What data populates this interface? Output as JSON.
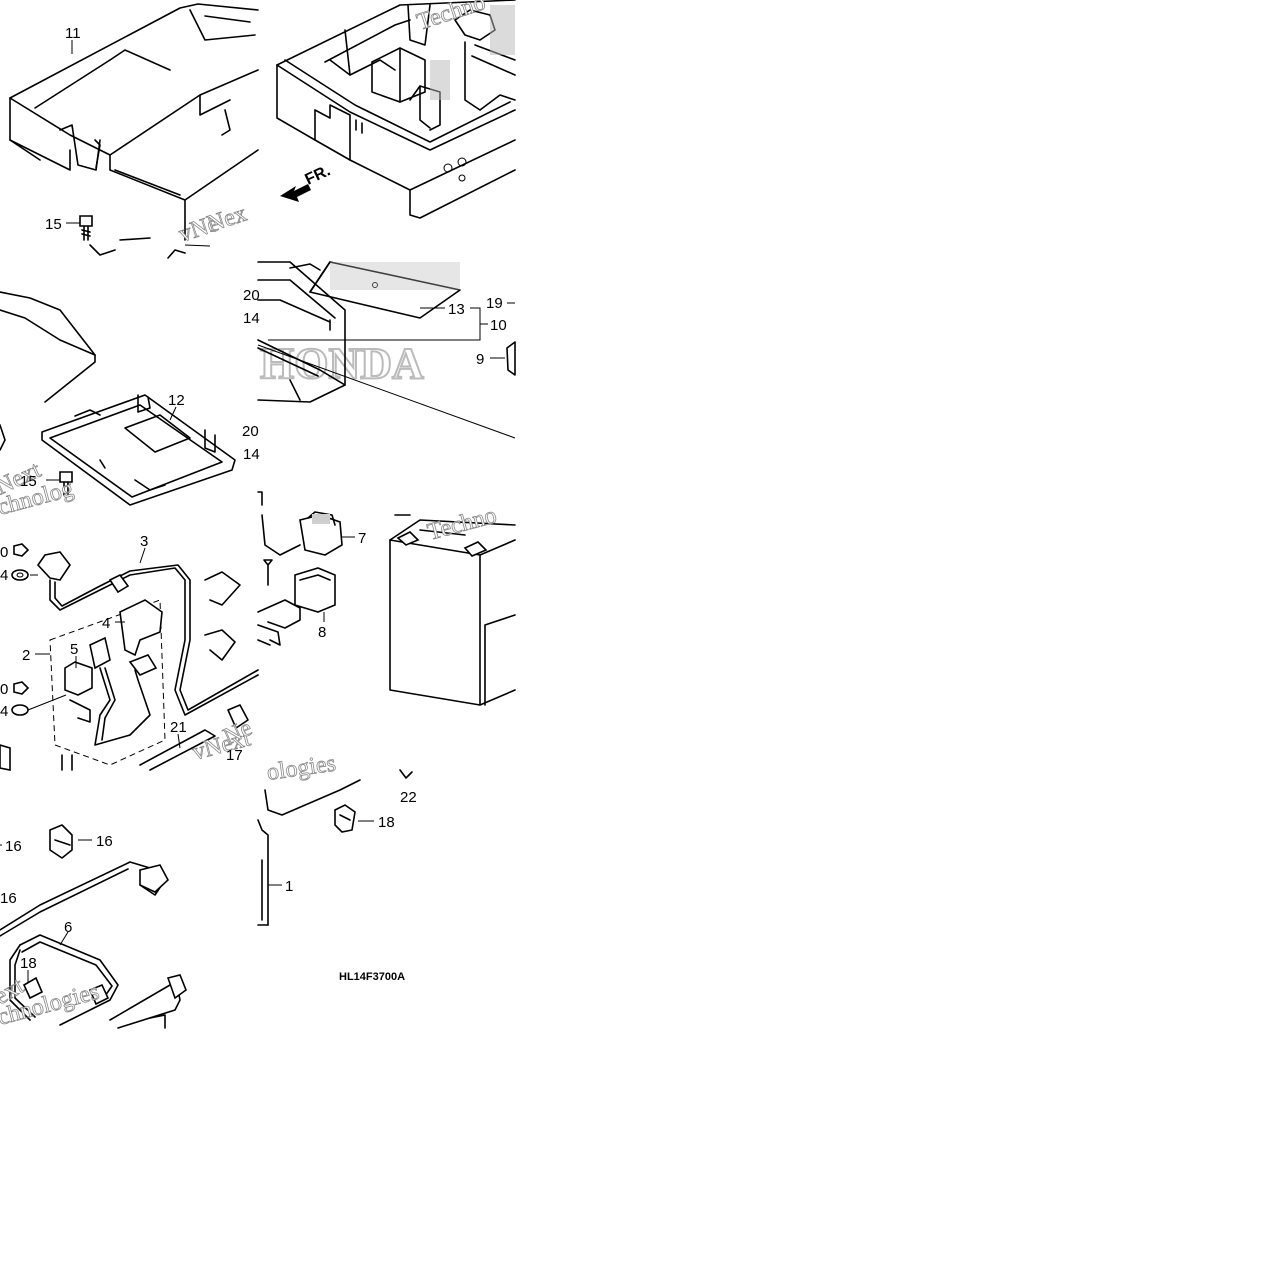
{
  "diagram": {
    "code": "HL14F3700A",
    "direction_label": "FR.",
    "brand_watermark": "HONDA",
    "watermark_text": [
      "vNext",
      "Techno",
      "logies"
    ],
    "callouts": {
      "p1": "1",
      "p2": "2",
      "p3": "3",
      "p4": "4",
      "p5": "5",
      "p6": "6",
      "p7": "7",
      "p8": "8",
      "p9": "9",
      "p10": "10",
      "p11": "11",
      "p12": "12",
      "p13": "13",
      "p14a": "14",
      "p14b": "14",
      "p15a": "15",
      "p15b": "15",
      "p16a": "16",
      "p16b": "16",
      "p16c": "16",
      "p17": "17",
      "p18a": "18",
      "p18b": "18",
      "p19": "19",
      "p20a": "20",
      "p20b": "20",
      "p21": "21",
      "p22": "22",
      "p0a": "0",
      "p0b": "0",
      "p4a": "4",
      "p4b": "4"
    }
  }
}
